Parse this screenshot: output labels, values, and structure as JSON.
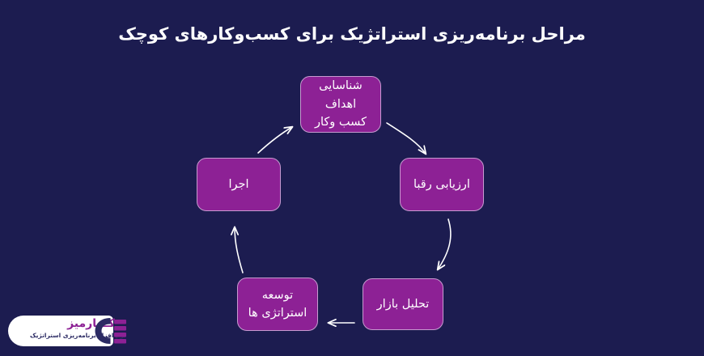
{
  "page": {
    "title": "مراحل برنامه‌ریزی  استراتژیک برای کسب‌وکارهای کوچک",
    "background_color": "#1c1c50",
    "node_fill_color": "#8d2195",
    "node_border_color": "#c79ad0",
    "text_color": "#ffffff",
    "arrow_color": "#ffffff"
  },
  "diagram": {
    "type": "cycle",
    "nodes": [
      {
        "id": "goals",
        "label": "شناسایی\nاهداف\nکسب وکار",
        "lines": [
          "شناسایی",
          "اهداف",
          "کسب وکار"
        ],
        "position": "top"
      },
      {
        "id": "compet",
        "label": "ارزیابی رقبا",
        "lines": [
          "ارزیابی رقبا"
        ],
        "position": "right"
      },
      {
        "id": "market",
        "label": "تحلیل بازار",
        "lines": [
          "تحلیل بازار"
        ],
        "position": "bottom-right"
      },
      {
        "id": "strategy",
        "label": "توسعه\nاستراتژی ها",
        "lines": [
          "توسعه",
          "استراتژی ها"
        ],
        "position": "bottom-left"
      },
      {
        "id": "execute",
        "label": "اجرا",
        "lines": [
          "اجرا"
        ],
        "position": "left"
      }
    ],
    "arrows": [
      {
        "id": "goals-to-compet",
        "from": "goals",
        "to": "compet",
        "style": "curved",
        "direction": "down-right"
      },
      {
        "id": "compet-to-market",
        "from": "compet",
        "to": "market",
        "style": "curved",
        "direction": "down-left"
      },
      {
        "id": "market-to-strategy",
        "from": "market",
        "to": "strategy",
        "style": "straight",
        "direction": "left"
      },
      {
        "id": "strategy-to-execute",
        "from": "strategy",
        "to": "execute",
        "style": "curved",
        "direction": "up"
      },
      {
        "id": "execute-to-goals",
        "from": "execute",
        "to": "goals",
        "style": "curved",
        "direction": "up-right"
      }
    ]
  },
  "logo": {
    "wordmark": "کـــارمیز",
    "tagline": "نرم افزار برنامه‌ریزی استراتژیک",
    "mark_color": "#2b2a63",
    "accent_color": "#8d2195"
  }
}
